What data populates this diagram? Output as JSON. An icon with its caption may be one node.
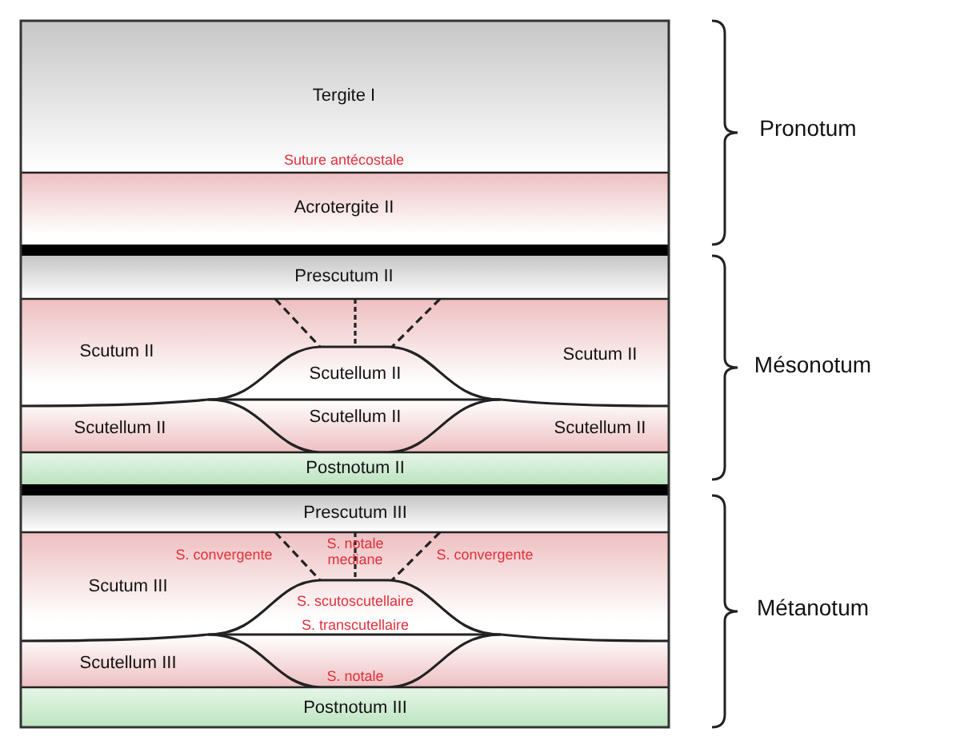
{
  "diagram": {
    "nodes": [
      {
        "text": [
          "Tergite I"
        ]
      },
      {
        "text": [
          "Acrotergite II"
        ]
      },
      {
        "text": [
          "Prescutum II"
        ]
      },
      {
        "text": [
          "Scutum II",
          "Scutum II"
        ]
      },
      {
        "text": [
          "Scutellum II"
        ],
        "in": 3
      },
      {
        "text": [
          "Scutellum II",
          "Scutellum II"
        ]
      },
      {
        "text": [
          "Scutellum II"
        ],
        "in": 5
      },
      {
        "text": [
          "Postnotum II"
        ]
      },
      {
        "text": [
          "Prescutum III"
        ]
      },
      {
        "text": [
          "Scutum III"
        ]
      },
      {
        "text": [],
        "shape": "dome",
        "in": 9
      },
      {
        "text": [
          "Scutellum III"
        ]
      },
      {
        "text": [],
        "shape": "dome",
        "in": 11
      },
      {
        "text": [
          "Postnotum III"
        ]
      }
    ],
    "labels": [
      "Pronotum",
      "Suture antécostale",
      "Mésonotum",
      "S. convergente",
      "S. notale mediane",
      "S. convergente",
      "Métanotum",
      "S. scutoscutellaire",
      "S. transcutellaire",
      "S. notale"
    ]
  }
}
